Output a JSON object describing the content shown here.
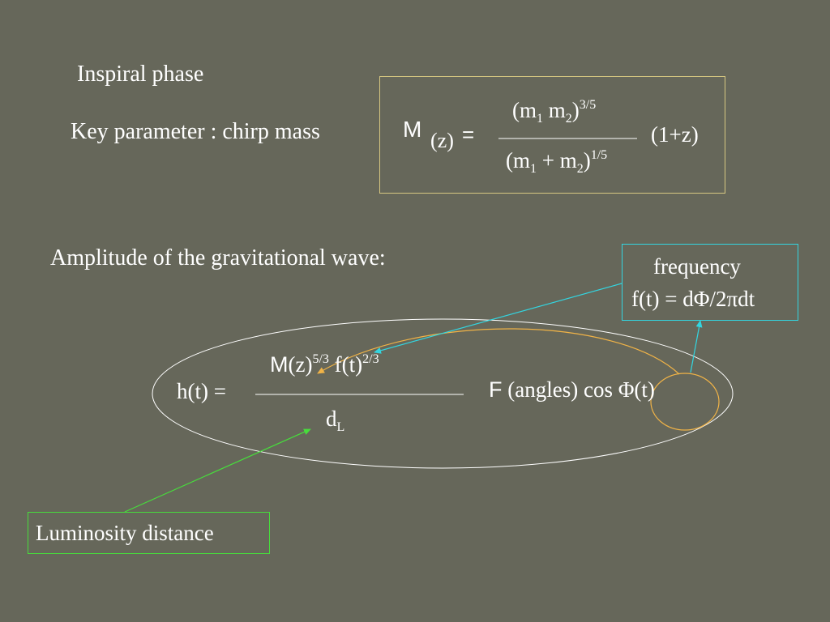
{
  "inspiral": {
    "heading": "Inspiral phase"
  },
  "chirp": {
    "key_label": "Key parameter : chirp mass",
    "symbol": "M",
    "arg": "(z)",
    "equals": "=",
    "num_open": "(m",
    "num_sub1": "1",
    "num_mid": " m",
    "num_sub2": "2",
    "num_close": ")",
    "num_exp": "3/5",
    "den_open": "(m",
    "den_sub1": "1",
    "den_mid": " + m",
    "den_sub2": "2",
    "den_close": ")",
    "den_exp": "1/5",
    "factor": "(1+z)"
  },
  "amplitude": {
    "heading": "Amplitude of the gravitational wave:"
  },
  "frequency_box": {
    "line1": "frequency",
    "line2": "f(t) = dΦ/2πdt"
  },
  "formula": {
    "lhs": "h(t) =",
    "num_symbol": "M",
    "num_z": "(z)",
    "num_z_exp": "5/3",
    "num_f": " f(t)",
    "num_f_exp": "2/3",
    "den_d": "d",
    "den_sub": "L",
    "f_symbol": "F",
    "angles_text": " (angles) cos Φ(t)"
  },
  "luminosity_box": {
    "label": "Luminosity distance"
  },
  "colors": {
    "background": "#66675a",
    "chirp_box": "#d6c781",
    "frequency": "#33d5e0",
    "luminosity": "#47dd3c",
    "orange_arrow": "#f0b347",
    "ellipse": "#ffffff"
  }
}
